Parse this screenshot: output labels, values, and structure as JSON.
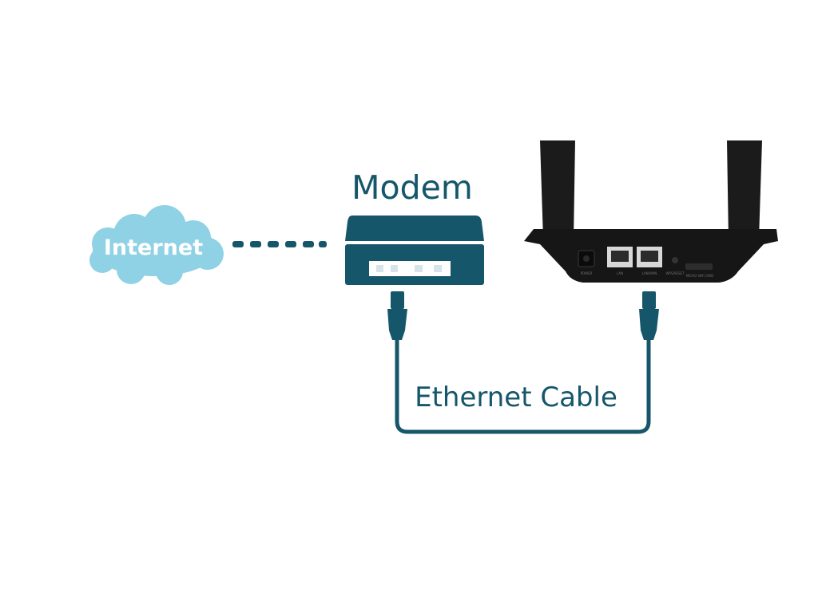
{
  "labels": {
    "internet": "Internet",
    "modem": "Modem",
    "ethernet_cable": "Ethernet Cable"
  },
  "router_ports": {
    "power": "POWER",
    "lan": "LAN",
    "lan_wan": "LAN/WAN",
    "wps_reset": "WPS/RESET",
    "sim": "MICRO SIM CARD"
  },
  "colors": {
    "teal_dark": "#15566a",
    "teal_light": "#8fd1e5",
    "router_black": "#161616"
  },
  "icons": {
    "cloud": "cloud-icon",
    "modem": "modem-icon",
    "router": "router-icon",
    "connector": "ethernet-plug-icon"
  }
}
